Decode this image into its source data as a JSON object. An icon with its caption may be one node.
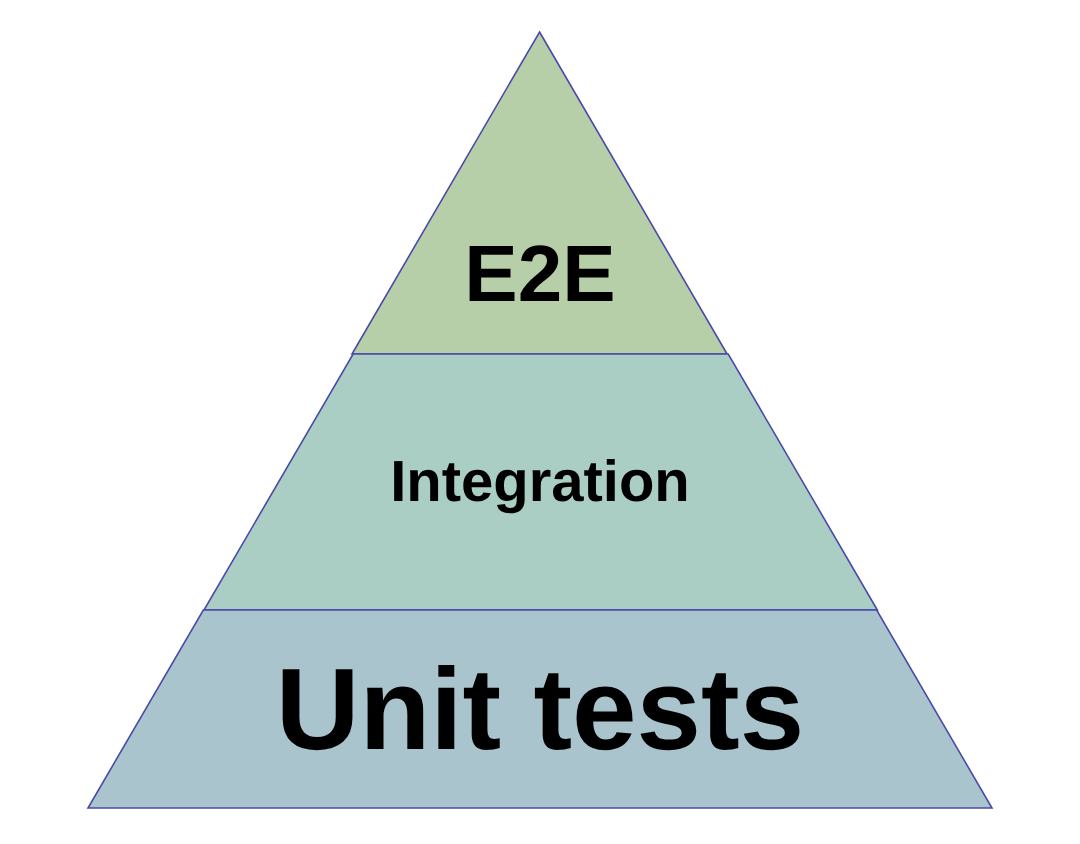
{
  "diagram": {
    "nodes": [
      {
        "text": [
          "E2E"
        ]
      },
      {
        "text": [
          "Integration"
        ]
      },
      {
        "text": [
          "Unit tests"
        ]
      }
    ]
  }
}
